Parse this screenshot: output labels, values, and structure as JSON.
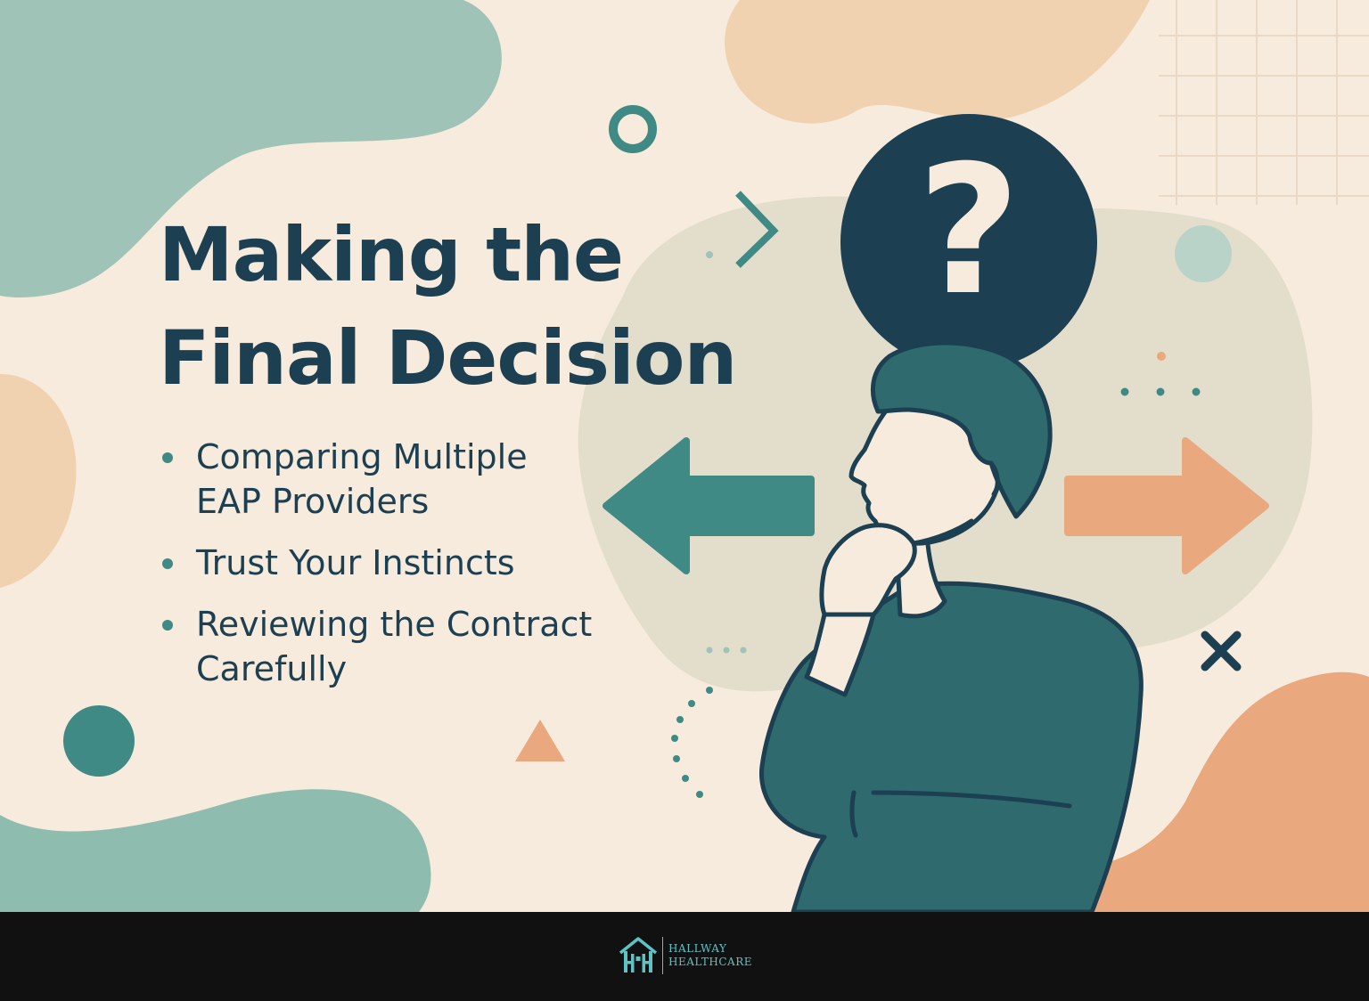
{
  "title": {
    "line1": "Making the",
    "line2": "Final Decision"
  },
  "bullets": [
    {
      "line1": "Comparing Multiple",
      "line2": "EAP Providers"
    },
    {
      "line1": "Trust Your Instincts",
      "line2": ""
    },
    {
      "line1": "Reviewing the Contract",
      "line2": "Carefully"
    }
  ],
  "question_mark": "?",
  "logo": {
    "line1": "HALLWAY",
    "line2": "HEALTHCARE"
  },
  "colors": {
    "background": "#f6ebdc",
    "navy": "#1c3f52",
    "teal": "#3f8a84",
    "sage": "#9fc3b6",
    "peach": "#e9a87e",
    "footer": "#111111",
    "logo_cyan": "#5fc3c6"
  }
}
